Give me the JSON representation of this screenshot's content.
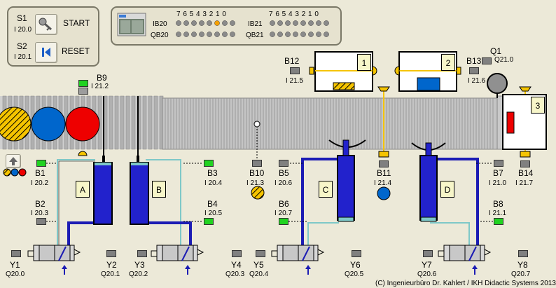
{
  "control_panel": {
    "s1": {
      "name": "S1",
      "addr": "I 20.0",
      "label": "START",
      "icon": "key-icon"
    },
    "s2": {
      "name": "S2",
      "addr": "I 20.1",
      "label": "RESET",
      "icon": "skip-back-icon"
    }
  },
  "io_panel": {
    "bit_header": "7 6 5 4 3 2 1 0",
    "ib20": "IB20",
    "qb20": "QB20",
    "ib21": "IB21",
    "qb21": "QB21",
    "ib20_bits": [
      0,
      0,
      0,
      0,
      0,
      1,
      0,
      0
    ],
    "qb20_bits": [
      0,
      0,
      0,
      0,
      0,
      0,
      0,
      0
    ],
    "ib21_bits": [
      0,
      0,
      0,
      0,
      0,
      0,
      0,
      0
    ],
    "qb21_bits": [
      0,
      0,
      0,
      0,
      0,
      0,
      0,
      0
    ]
  },
  "stations": {
    "one": "1",
    "two": "2",
    "three": "3"
  },
  "cylinders": {
    "a": "A",
    "b": "B",
    "c": "C",
    "d": "D"
  },
  "sensors": {
    "b9": {
      "name": "B9",
      "addr": "I 21.2",
      "on": true
    },
    "b12": {
      "name": "B12",
      "addr": "I 21.5",
      "on": false
    },
    "b13": {
      "name": "B13",
      "addr": "I 21.6",
      "on": false
    },
    "q1": {
      "name": "Q1",
      "addr": "Q21.0",
      "on": false
    },
    "b1": {
      "name": "B1",
      "addr": "I 20.2",
      "on": true
    },
    "b2": {
      "name": "B2",
      "addr": "I 20.3",
      "on": false
    },
    "b3": {
      "name": "B3",
      "addr": "I 20.4",
      "on": true
    },
    "b4": {
      "name": "B4",
      "addr": "I 20.5",
      "on": true
    },
    "b5": {
      "name": "B5",
      "addr": "I 20.6",
      "on": false
    },
    "b6": {
      "name": "B6",
      "addr": "I 20.7",
      "on": true
    },
    "b10": {
      "name": "B10",
      "addr": "I 21.3",
      "on": false
    },
    "b11": {
      "name": "B11",
      "addr": "I 21.4",
      "on": false
    },
    "b7": {
      "name": "B7",
      "addr": "I 21.0",
      "on": false
    },
    "b8": {
      "name": "B8",
      "addr": "I 21.1",
      "on": true
    },
    "b14": {
      "name": "B14",
      "addr": "I 21.7",
      "on": false
    }
  },
  "valves": {
    "y1": {
      "name": "Y1",
      "addr": "Q20.0"
    },
    "y2": {
      "name": "Y2",
      "addr": "Q20.1"
    },
    "y3": {
      "name": "Y3",
      "addr": "Q20.2"
    },
    "y4": {
      "name": "Y4",
      "addr": "Q20.3"
    },
    "y5": {
      "name": "Y5",
      "addr": "Q20.4"
    },
    "y6": {
      "name": "Y6",
      "addr": "Q20.5"
    },
    "y7": {
      "name": "Y7",
      "addr": "Q20.6"
    },
    "y8": {
      "name": "Y8",
      "addr": "Q20.7"
    }
  },
  "copyright": "(C) Ingenieurbüro Dr. Kahlert / IKH Didactic Systems 2013",
  "colors": {
    "cylinder": "#2222cc",
    "led_on": "#21d321",
    "led_off": "#808080",
    "yellow": "#f5c400",
    "blue": "#0066cc",
    "red": "#ee0000"
  }
}
